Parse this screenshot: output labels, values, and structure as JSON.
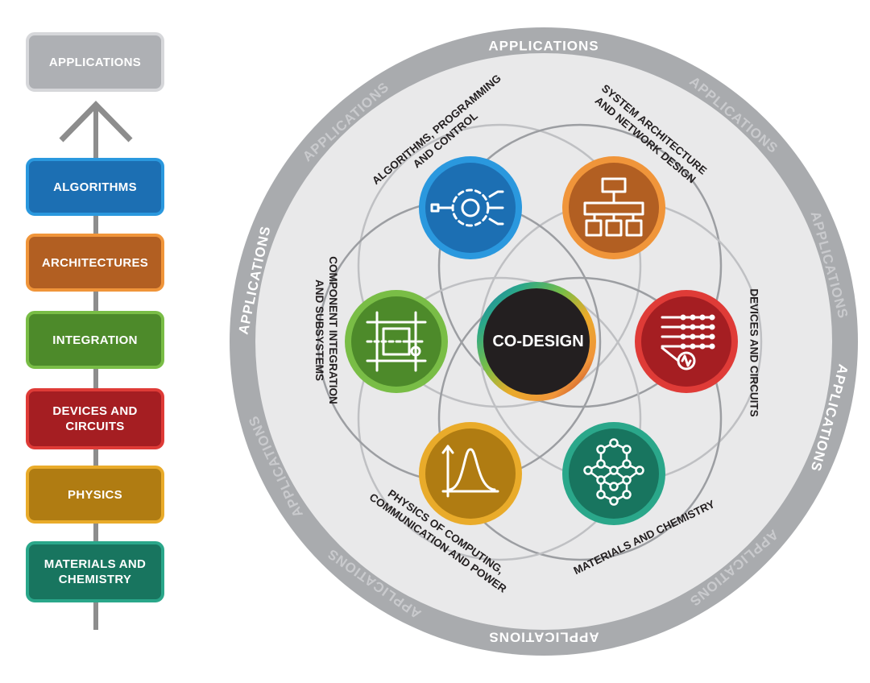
{
  "stack": {
    "top_label": "APPLICATIONS",
    "layers": [
      {
        "label": "ALGORITHMS",
        "color": "#1c6fb3",
        "border": "#2a98de"
      },
      {
        "label": "ARCHITECTURES",
        "color": "#b25f22",
        "border": "#f0953a"
      },
      {
        "label": "INTEGRATION",
        "color": "#4d8a2a",
        "border": "#79bd46"
      },
      {
        "label": "DEVICES AND\nCIRCUITS",
        "color": "#a51e22",
        "border": "#df3b37"
      },
      {
        "label": "PHYSICS",
        "color": "#b07c12",
        "border": "#e9ab2a"
      },
      {
        "label": "MATERIALS AND\nCHEMISTRY",
        "color": "#18755f",
        "border": "#2aa78a"
      }
    ]
  },
  "wheel": {
    "ring_word": "APPLICATIONS",
    "center_label": "CO-DESIGN",
    "nodes": [
      {
        "icon": "gear-process-icon",
        "label_lines": [
          "ALGORITHMS, PROGRAMMING",
          "AND CONTROL"
        ],
        "fill": "#1c6fb3",
        "ring": "#2a98de"
      },
      {
        "icon": "hierarchy-network-icon",
        "label_lines": [
          "SYSTEM ARCHITECTURE",
          "AND NETWORK DESIGN"
        ],
        "fill": "#b25f22",
        "ring": "#f0953a"
      },
      {
        "icon": "circuit-grid-icon",
        "label_lines": [
          "DEVICES AND CIRCUITS"
        ],
        "fill": "#a51e22",
        "ring": "#df3b37"
      },
      {
        "icon": "molecule-lattice-icon",
        "label_lines": [
          "MATERIALS AND CHEMISTRY"
        ],
        "fill": "#18755f",
        "ring": "#2aa78a"
      },
      {
        "icon": "bell-curve-icon",
        "label_lines": [
          "PHYSICS OF COMPUTING,",
          "COMMUNICATION AND POWER"
        ],
        "fill": "#b07c12",
        "ring": "#e9ab2a"
      },
      {
        "icon": "component-routing-icon",
        "label_lines": [
          "COMPONENT INTEGRATION",
          "AND SUBSYSTEMS"
        ],
        "fill": "#4d8a2a",
        "ring": "#79bd46"
      }
    ]
  }
}
